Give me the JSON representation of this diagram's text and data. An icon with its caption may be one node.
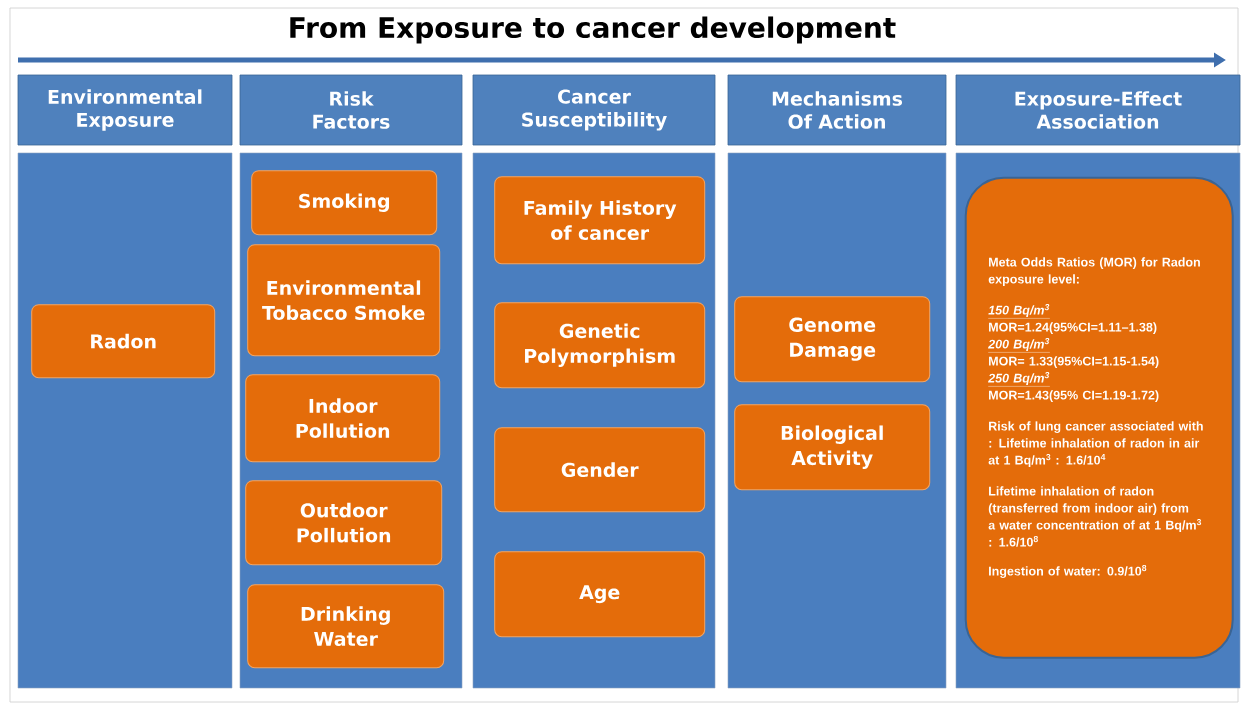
{
  "diagram": {
    "title": "From Exposure to cancer development",
    "nodes": [
      {
        "text": [
          "Environmental Exposure"
        ]
      },
      {
        "text": [],
        "shape": "box"
      },
      {
        "text": [
          "Radon"
        ],
        "in": 1
      },
      {
        "text": [
          "Risk Factors"
        ]
      },
      {
        "text": [],
        "shape": "box"
      },
      {
        "text": [
          "Smoking"
        ],
        "in": 4
      },
      {
        "text": [
          "Environmental Tobacco Smoke"
        ],
        "in": 4
      },
      {
        "text": [
          "Indoor Pollution"
        ],
        "in": 4
      },
      {
        "text": [
          "Outdoor Pollution"
        ],
        "in": 4
      },
      {
        "text": [
          "Drinking Water"
        ],
        "in": 4
      },
      {
        "text": [
          "Cancer Susceptibility"
        ]
      },
      {
        "text": [],
        "shape": "box"
      },
      {
        "text": [
          "Family History of cancer"
        ],
        "in": 11
      },
      {
        "text": [
          "Genetic Polymorphism"
        ],
        "in": 11
      },
      {
        "text": [
          "Gender"
        ],
        "in": 11
      },
      {
        "text": [
          "Age"
        ],
        "in": 11
      },
      {
        "text": [
          "Mechanisms Of Action"
        ]
      },
      {
        "text": [],
        "shape": "box"
      },
      {
        "text": [
          "Genome Damage"
        ],
        "in": 17
      },
      {
        "text": [
          "Biological Activity"
        ],
        "in": 17
      },
      {
        "text": [
          "Exposure-Effect Association"
        ]
      },
      {
        "text": [],
        "shape": "box"
      },
      {
        "text": [
          "Meta Odds Ratios (MOR)  for Radon exposure level:",
          "150 Bq/m$^{3}$",
          "MOR=1.24(95%CI=1.11–1.38)",
          "200 Bq/m$^{3}$",
          "MOR= 1.33(95%CI=1.15-1.54)",
          "250 Bq/m$^{3}$",
          "MOR=1.43(95% CI=1.19-1.72)",
          "Risk of lung cancer associated with : Lifetime inhalation of radon in air at 1 Bq/m$^{3}$ : 1.6/10$^{4}$",
          "Lifetime inhalation of radon (transferred from indoor air) from a water concentration of at 1 Bq/m$^{3}$ : 1.6/10$^{8}$",
          "Ingestion of water: 0.9/10$^{8}$"
        ],
        "in": 21
      }
    ]
  }
}
